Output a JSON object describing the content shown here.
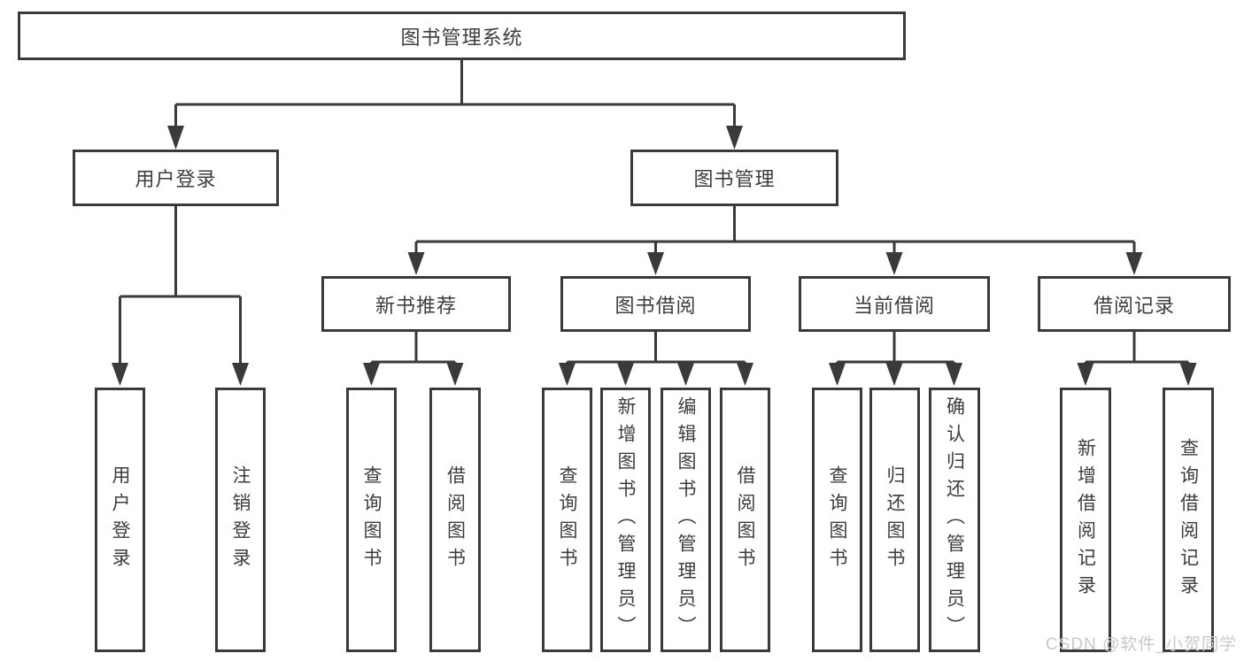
{
  "root": {
    "label": "图书管理系统"
  },
  "level2": [
    {
      "label": "用户登录",
      "leaves": [
        {
          "label": "用户登录"
        },
        {
          "label": "注销登录"
        }
      ]
    },
    {
      "label": "图书管理"
    }
  ],
  "level3": [
    {
      "label": "新书推荐",
      "leaves": [
        {
          "label": "查询图书"
        },
        {
          "label": "借阅图书"
        }
      ]
    },
    {
      "label": "图书借阅",
      "leaves": [
        {
          "label": "查询图书"
        },
        {
          "label": "新增图书（管理员）"
        },
        {
          "label": "编辑图书（管理员）"
        },
        {
          "label": "借阅图书"
        }
      ]
    },
    {
      "label": "当前借阅",
      "leaves": [
        {
          "label": "查询图书"
        },
        {
          "label": "归还图书"
        },
        {
          "label": "确认归还（管理员）"
        }
      ]
    },
    {
      "label": "借阅记录",
      "leaves": [
        {
          "label": "新增借阅记录"
        },
        {
          "label": "查询借阅记录"
        }
      ]
    }
  ],
  "watermark": {
    "text": "CSDN @软件_小贺同学",
    "color": "#c9c9c9"
  },
  "colors": {
    "line": "#3a3a3a",
    "text": "#3d3d3d",
    "box_background": "#ffffff",
    "page_background": "#ffffff"
  }
}
